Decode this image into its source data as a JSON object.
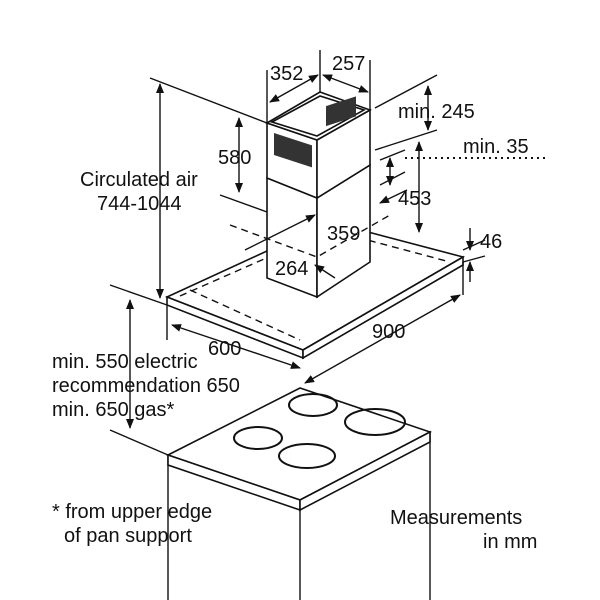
{
  "dimensions": {
    "chimney_width": "352",
    "chimney_depth": "257",
    "min_top": "min. 245",
    "min_overlap": "min. 35",
    "chimney_height": "580",
    "lower_chimney": "453",
    "inner_width": "359",
    "inner_depth": "264",
    "hood_thickness": "46",
    "hood_width": "900",
    "hood_depth": "600"
  },
  "labels": {
    "circulated_line1": "Circulated air",
    "circulated_line2": "744-1044",
    "clearance_line1": "min. 550 electric",
    "clearance_line2": "recommendation 650",
    "clearance_line3": "min. 650 gas*",
    "footnote_line1": "* from upper edge",
    "footnote_line2": "of pan support",
    "units_line1": "Measurements",
    "units_line2": "in mm"
  }
}
